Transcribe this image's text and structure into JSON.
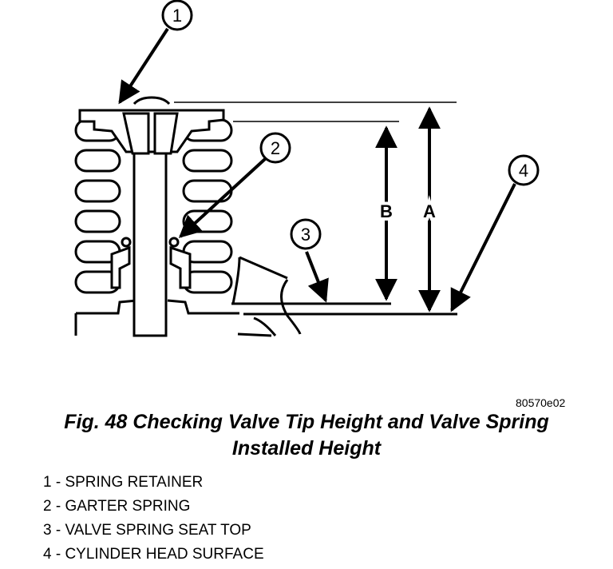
{
  "figure": {
    "code": "80570e02",
    "caption_line1": "Fig. 48 Checking Valve Tip Height and Valve Spring",
    "caption_line2": "Installed Height"
  },
  "callouts": [
    "1",
    "2",
    "3",
    "4"
  ],
  "dimensions": {
    "a": "A",
    "b": "B"
  },
  "legend": [
    "1 - SPRING RETAINER",
    "2 - GARTER SPRING",
    "3 - VALVE SPRING SEAT TOP",
    "4 - CYLINDER HEAD SURFACE"
  ]
}
